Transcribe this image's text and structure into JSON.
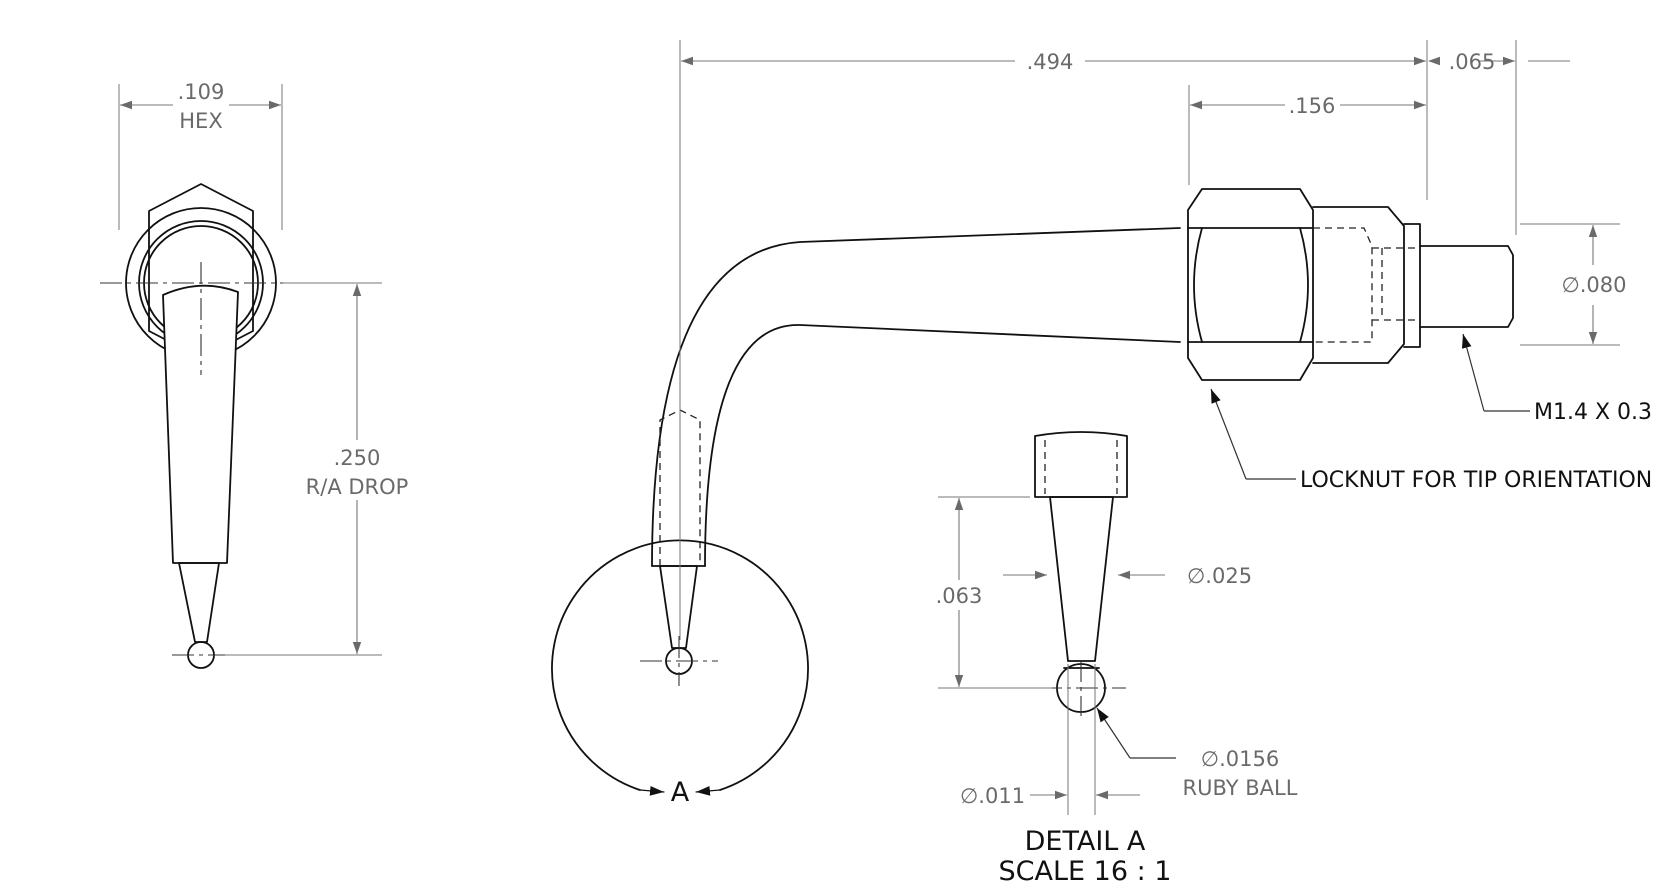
{
  "drawing": {
    "side_view": {
      "hex_width": ".109",
      "hex_label": "HEX",
      "drop_height": ".250",
      "drop_label": "R/A DROP"
    },
    "front_view": {
      "overall_length": ".494",
      "locknut_length": ".156",
      "thread_length": ".065",
      "thread_diameter": "∅.080",
      "thread_note": "M1.4 X 0.3",
      "locknut_note": "LOCKNUT FOR TIP ORIENTATION",
      "detail_callout": "A"
    },
    "detail": {
      "stem_length": ".063",
      "tip_diameter": "∅.025",
      "ball_diameter": "∅.0156",
      "ball_label": "RUBY BALL",
      "neck_diameter": "∅.011",
      "title": "DETAIL A",
      "scale": "SCALE 16 : 1"
    }
  }
}
